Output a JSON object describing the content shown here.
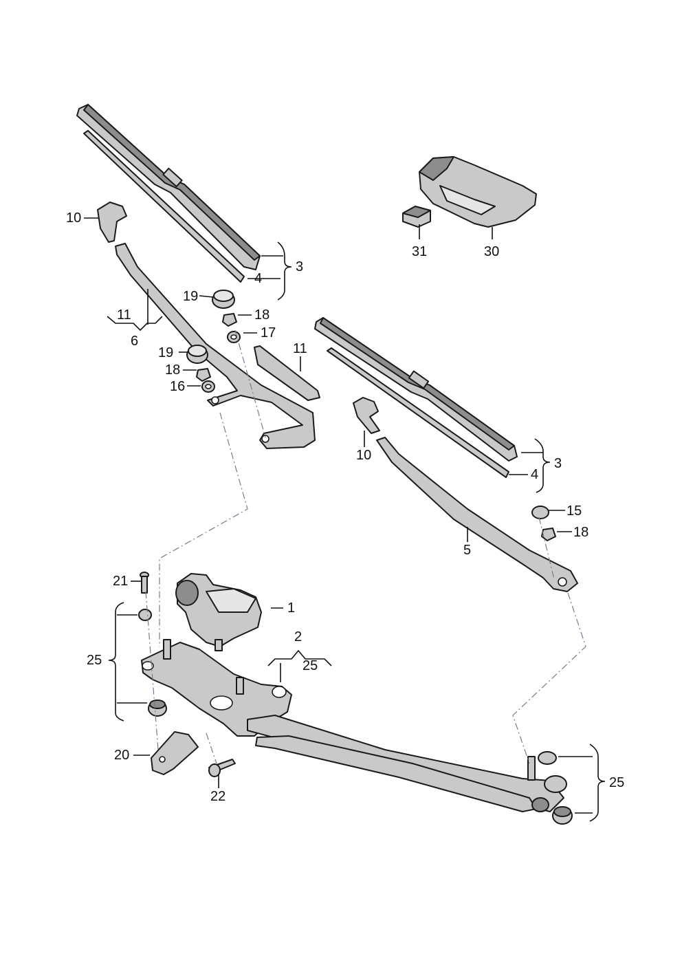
{
  "callouts": {
    "c_10a": "10",
    "c_3a": "3",
    "c_4a": "4",
    "c_19a": "19",
    "c_18a": "18",
    "c_11a": "11",
    "c_6": "6",
    "c_17": "17",
    "c_19b": "19",
    "c_11b": "11",
    "c_18b": "18",
    "c_16": "16",
    "c_31": "31",
    "c_30": "30",
    "c_10b": "10",
    "c_3b": "3",
    "c_4b": "4",
    "c_15": "15",
    "c_18c": "18",
    "c_5": "5",
    "c_21": "21",
    "c_1": "1",
    "c_2": "2",
    "c_25a": "25",
    "c_25b": "25",
    "c_20": "20",
    "c_22": "22",
    "c_25c": "25"
  },
  "colors": {
    "part_fill": "#c9c9c9",
    "part_dark": "#8d8d8d",
    "outline": "#1a1a1a",
    "center_line": "#6f7f8f"
  }
}
